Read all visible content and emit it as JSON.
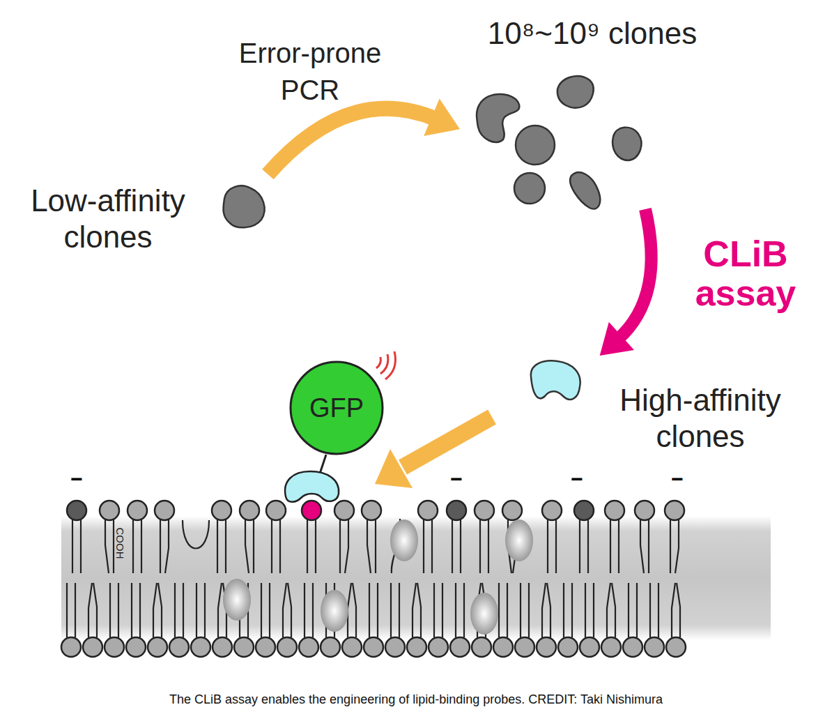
{
  "diagram": {
    "caption": "The CLiB assay enables the engineering of lipid-binding probes. CREDIT: Taki Nishimura",
    "nodes": [
      {
        "text": [
          "Low-affinity clones"
        ]
      },
      {
        "text": [
          "10⁸~10⁹ clones"
        ]
      },
      {
        "text": [
          "High-affinity clones"
        ]
      },
      {
        "text": [
          "GFP"
        ]
      }
    ],
    "edges": [
      {
        "from": 0,
        "to": 1,
        "arrow": "to",
        "label": "Error-prone PCR"
      },
      {
        "from": 1,
        "to": 2,
        "arrow": "to",
        "label": "CLiB assay"
      }
    ],
    "labels": [
      "COOH",
      "−",
      "−",
      "−",
      "−"
    ]
  }
}
